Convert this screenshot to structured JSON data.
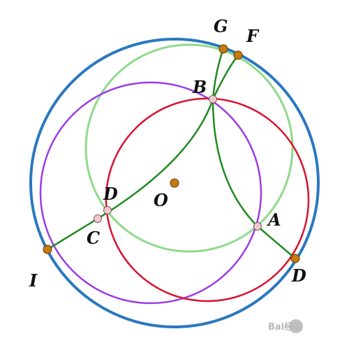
{
  "colors": {
    "outer_circle": "#2a78c0",
    "light_green_circle": "#8fd98b",
    "purple_circle": "#9b3be8",
    "red_circle": "#d8122e",
    "arc_green": "#1f8a1f",
    "orange_point": "#c67a10",
    "pink_point": "#f2c9cf",
    "watermark": "#b8b8b8"
  },
  "labels": {
    "G": "G",
    "F": "F",
    "B": "B",
    "D_inner": "D",
    "O": "O",
    "A": "A",
    "C": "C",
    "I": "I",
    "D_outer": "D"
  },
  "watermark": {
    "text": "Bai经验"
  }
}
